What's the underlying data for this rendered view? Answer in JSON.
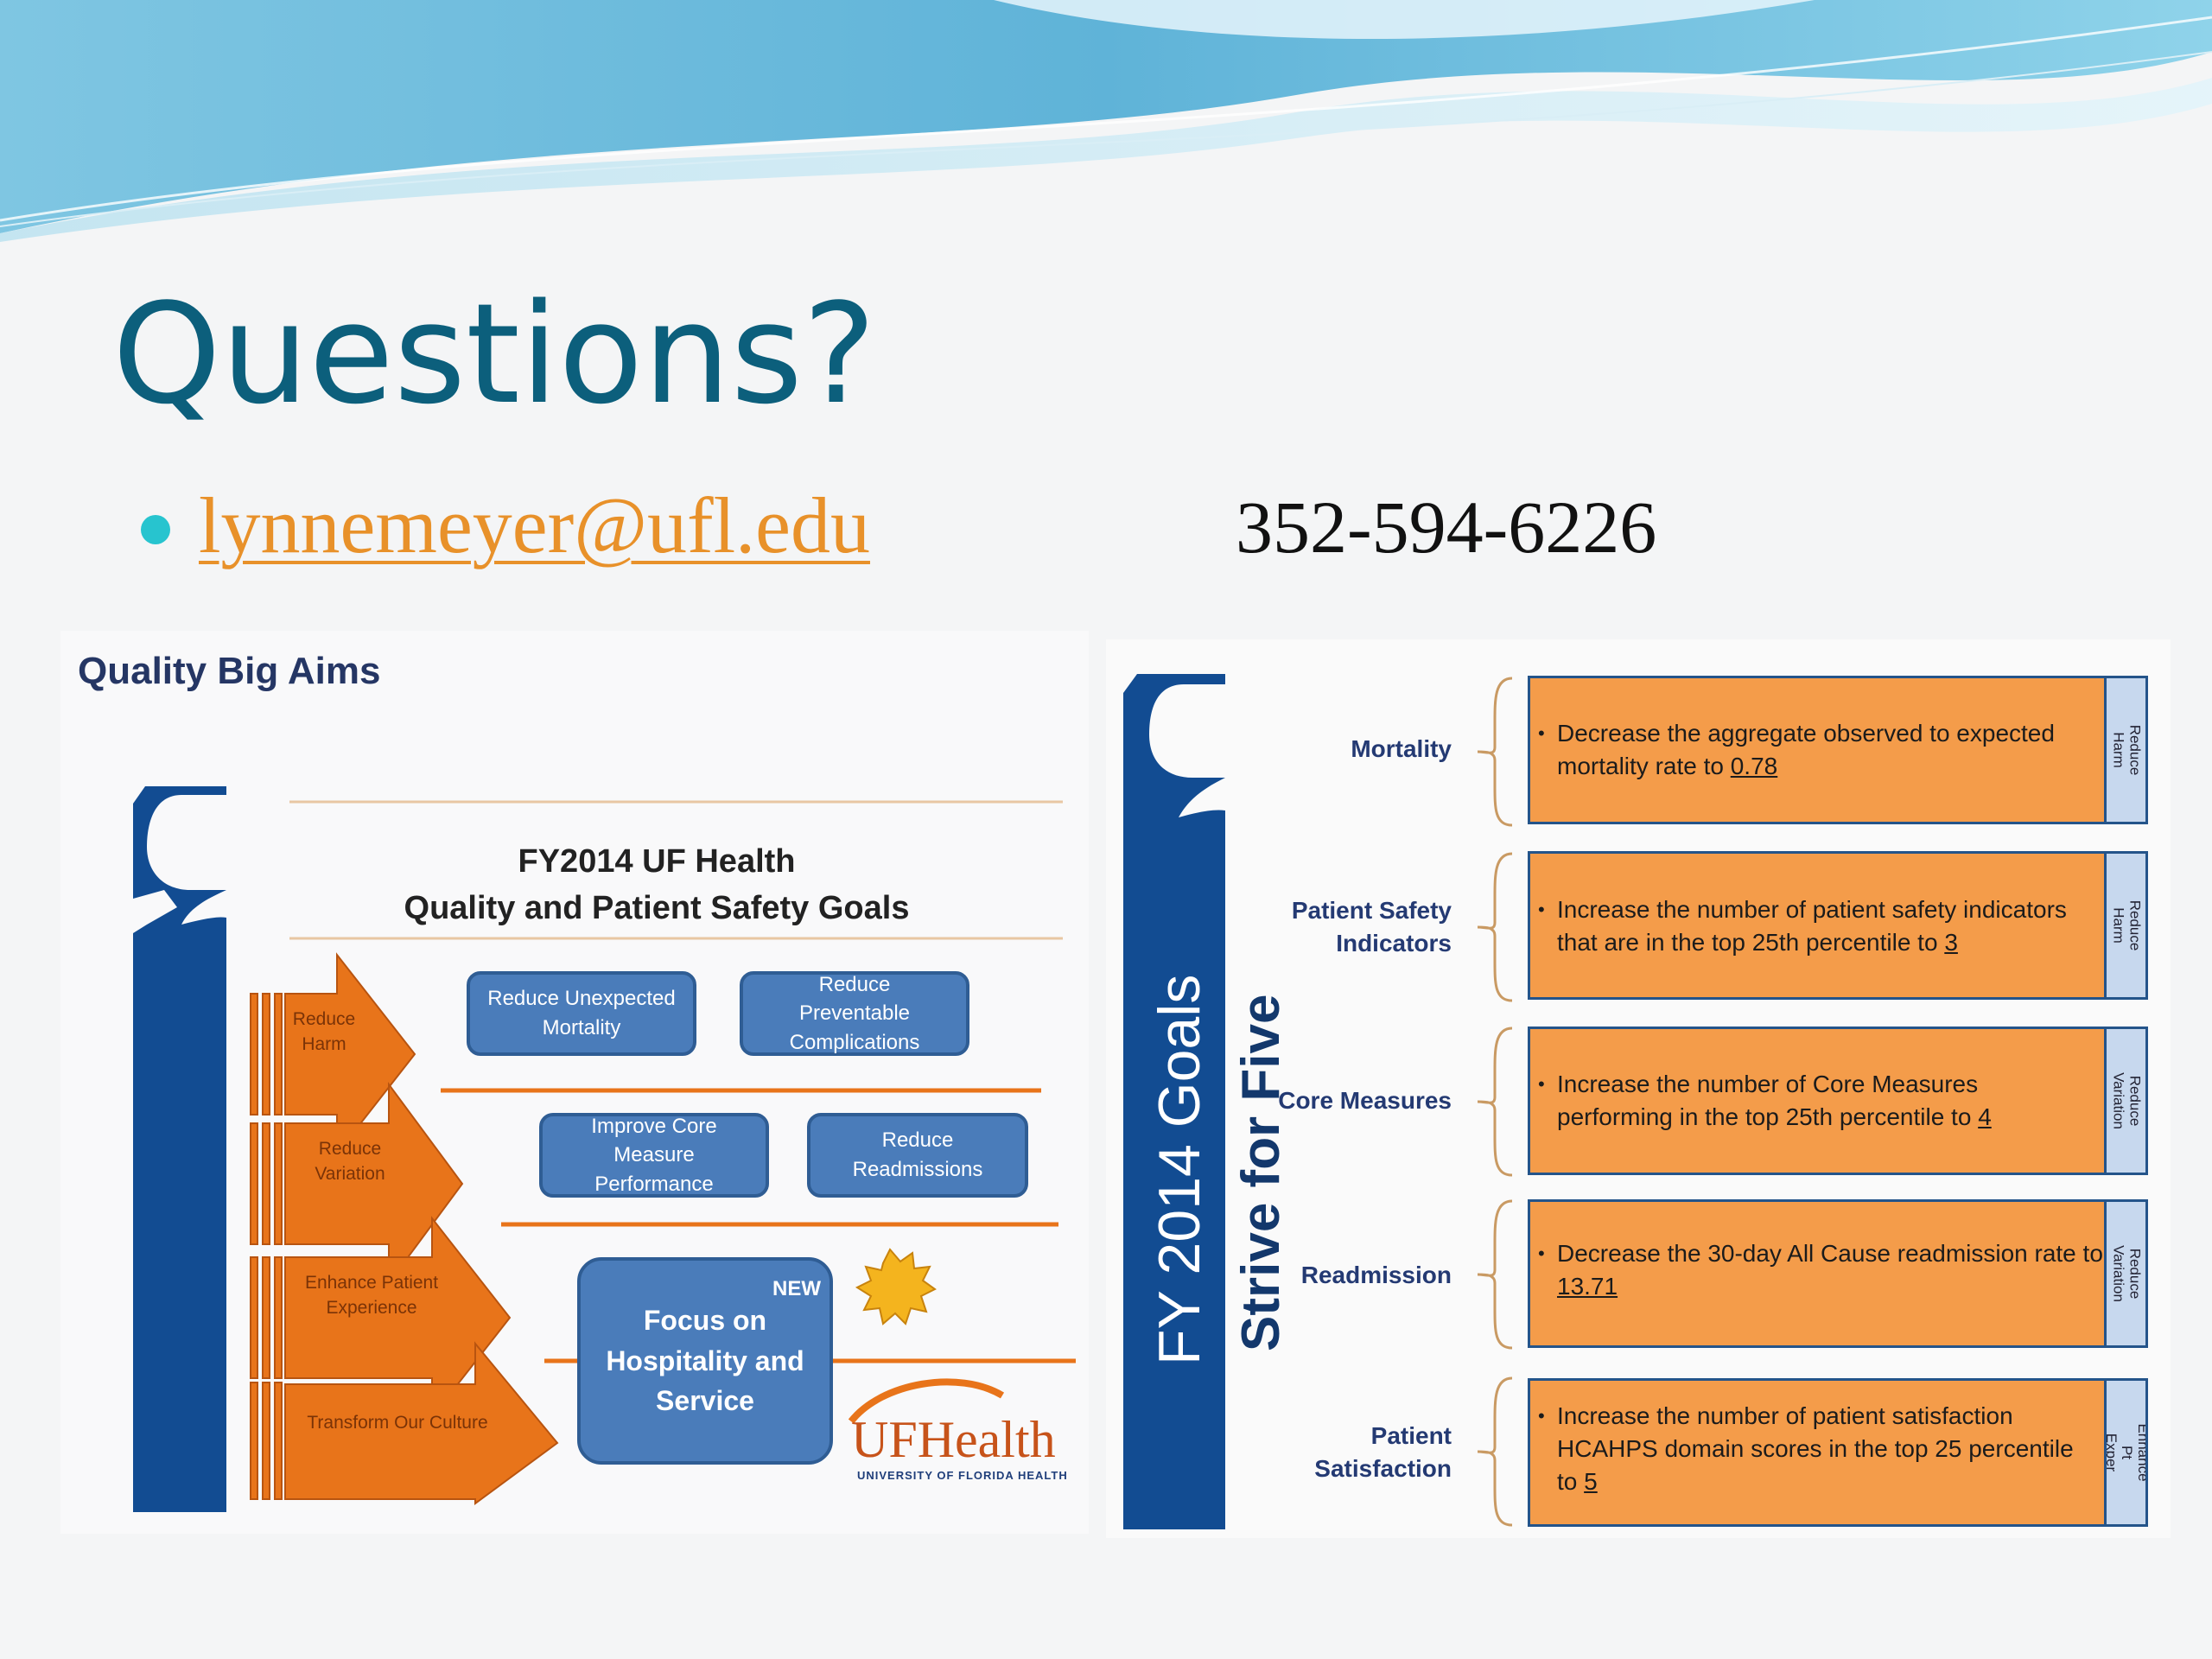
{
  "slide": {
    "title": "Questions?",
    "email": "lynnemeyer@ufl.edu",
    "phone": "352-594-6226"
  },
  "left_figure": {
    "heading": "Quality Big Aims",
    "goals_title_line1": "FY2014 UF Health",
    "goals_title_line2": "Quality and Patient Safety Goals",
    "arrows": [
      "Reduce\nHarm",
      "Reduce\nVariation",
      "Enhance Patient\nExperience",
      "Transform Our Culture"
    ],
    "boxes": {
      "mortality": "Reduce Unexpected\nMortality",
      "complications": "Reduce\nPreventable\nComplications",
      "core_measure": "Improve Core\nMeasure\nPerformance",
      "readmissions": "Reduce\nReadmissions",
      "hospitality": "Focus on\nHospitality and\nService"
    },
    "new_badge": "NEW",
    "logo": {
      "main": "UFHealth",
      "sub": "UNIVERSITY OF FLORIDA HEALTH"
    }
  },
  "right_figure": {
    "vertical_title": "FY 2014 Goals",
    "vertical_subtitle": "Strive for Five",
    "rows": [
      {
        "category": "Mortality",
        "text_pre": "Decrease the aggregate observed to expected\nmortality rate to ",
        "value": "0.78",
        "text_post": "",
        "tab": "Reduce Harm"
      },
      {
        "category": "Patient Safety\nIndicators",
        "text_pre": "Increase the number of patient safety indicators\nthat are in the top 25th percentile to ",
        "value": "3",
        "text_post": "",
        "tab": "Reduce Harm"
      },
      {
        "category": "Core Measures",
        "text_pre": "Increase the number of Core Measures\nperforming in the top 25th percentile to ",
        "value": "4",
        "text_post": "",
        "tab": "Reduce\nVariation"
      },
      {
        "category": "Readmission",
        "text_pre": "Decrease the 30-day All Cause readmission rate to\n",
        "value": "13.71",
        "text_post": "",
        "tab": "Reduce\nVariation"
      },
      {
        "category": "Patient\nSatisfaction",
        "text_pre": "Increase the number of patient satisfaction\nHCAHPS domain scores in the top 25 percentile\nto ",
        "value": "5",
        "text_post": "",
        "tab": "Enhance Pt\nExper"
      }
    ]
  },
  "colors": {
    "title": "#0c5f7c",
    "email": "#e8912a",
    "bullet": "#27c4cf",
    "orange": "#e8741a",
    "blue_box": "#4a7cba",
    "navy": "#124c92",
    "goal_box": "#f49c4a"
  }
}
